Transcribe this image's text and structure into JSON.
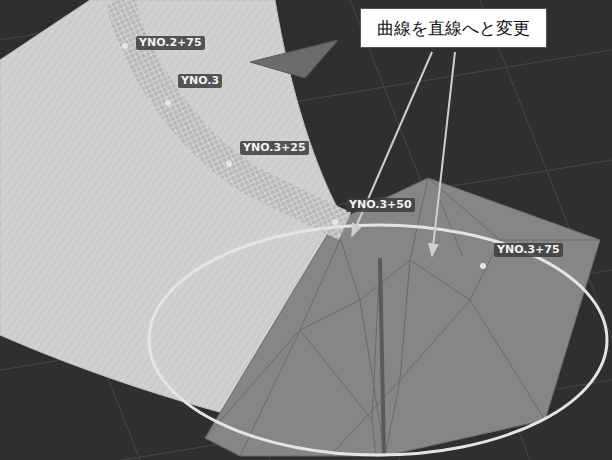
{
  "diagram": {
    "nodes": [
      {
        "text": [
          "曲線を直線へと変更"
        ]
      }
    ],
    "labels": [
      "YNO.2+75",
      "YNO.3",
      "YNO.3+25",
      "YNO.3+50",
      "YNO.3+75"
    ]
  }
}
